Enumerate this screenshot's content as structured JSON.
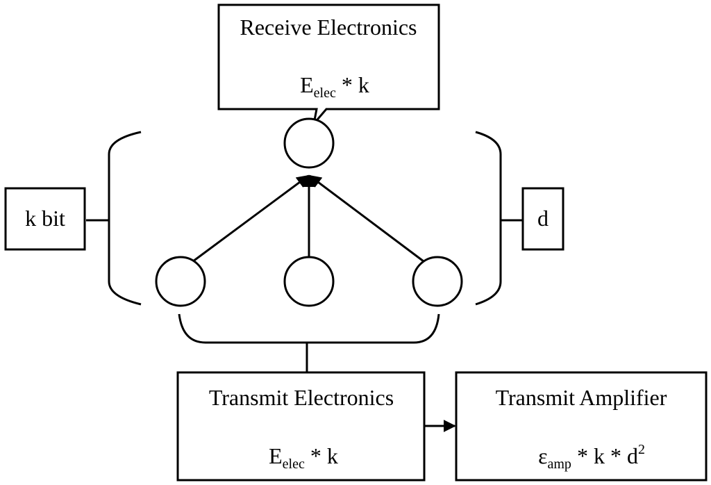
{
  "receive": {
    "title": "Receive Electronics",
    "formula_main": "E",
    "formula_sub": "elec",
    "formula_rest": " * k"
  },
  "transmit": {
    "title": "Transmit Electronics",
    "formula_main": "E",
    "formula_sub": "elec",
    "formula_rest": " * k"
  },
  "amplifier": {
    "title": "Transmit Amplifier",
    "formula_main": "ε",
    "formula_sub": "amp",
    "formula_rest": " * k * d",
    "formula_sup": "2"
  },
  "left_label": "k bit",
  "right_label": "d"
}
